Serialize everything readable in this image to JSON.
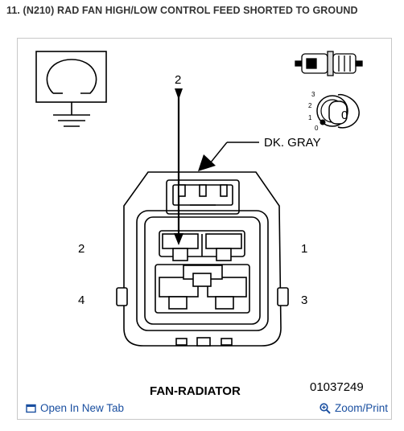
{
  "heading": "11. (N210) RAD FAN HIGH/LOW CONTROL FEED SHORTED TO GROUND",
  "diagram": {
    "pointer_pin": "2",
    "wire_color": "DK. GRAY",
    "ignition_positions": [
      "3",
      "2",
      "1",
      "0"
    ],
    "ignition_key_position": "0",
    "pin_labels": {
      "top_left": "2",
      "top_right": "1",
      "bottom_left": "4",
      "bottom_right": "3"
    },
    "component_name": "FAN-RADIATOR",
    "figure_id": "01037249"
  },
  "footer": {
    "open_tab_label": "Open In New Tab",
    "zoom_label": "Zoom/Print"
  },
  "icons": {
    "open_tab": "external-window-icon",
    "zoom": "magnifier-plus-icon"
  },
  "colors": {
    "link": "#1a4fa0",
    "frame": "#c8c8c8"
  }
}
